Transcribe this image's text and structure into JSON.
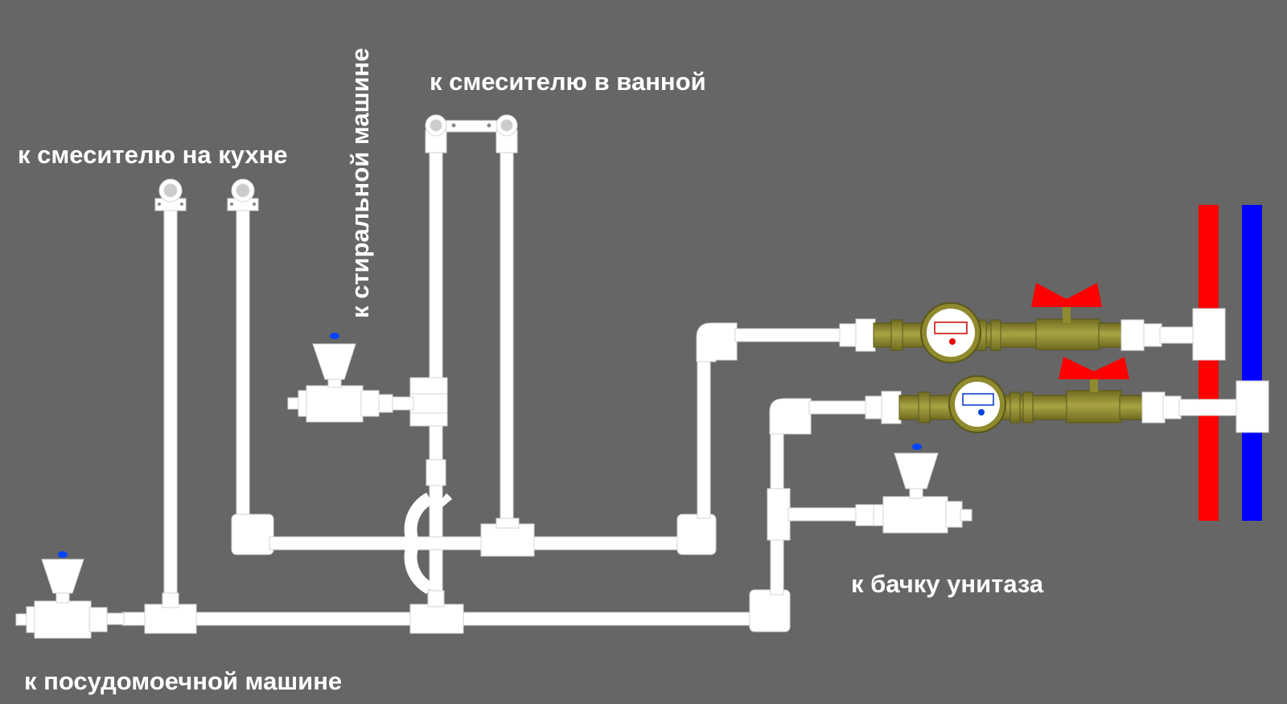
{
  "labels": {
    "kitchen_mixer": "к смесителю на кухне",
    "washing_machine": "к стиральной машине",
    "bath_mixer": "к смесителю в ванной",
    "toilet_tank": "к бачку унитаза",
    "dishwasher": "к посудомоечной машине"
  },
  "colors": {
    "background": "#666666",
    "pipe": "#ffffff",
    "pipe_outline": "#d9d9d9",
    "hot_riser": "#ff0000",
    "cold_riser": "#0000ff",
    "brass": "#8f8a2e",
    "valve_handle": "#ff0000",
    "valve_knob": "#0044ff"
  },
  "components": {
    "riser_hot": "hot-water-riser",
    "riser_cold": "cold-water-riser",
    "meters": [
      "hot-water-meter",
      "cold-water-meter"
    ],
    "ball_valves": [
      "hot-ball-valve",
      "cold-ball-valve"
    ],
    "shutoff_valves": [
      "washing-machine-valve",
      "toilet-tank-valve",
      "dishwasher-valve"
    ]
  }
}
